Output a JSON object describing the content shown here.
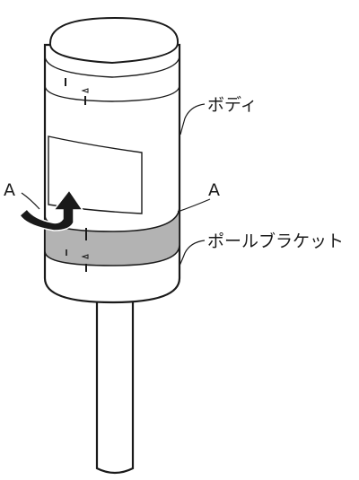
{
  "labels": {
    "body": "ボディ",
    "pole_bracket": "ポールブラケット",
    "marker_left": "A",
    "marker_right": "A"
  },
  "colors": {
    "line": "#1a1a1a",
    "bracket_band": "#b3b3b3",
    "arrow": "#1a1a1a",
    "background": "#ffffff"
  }
}
